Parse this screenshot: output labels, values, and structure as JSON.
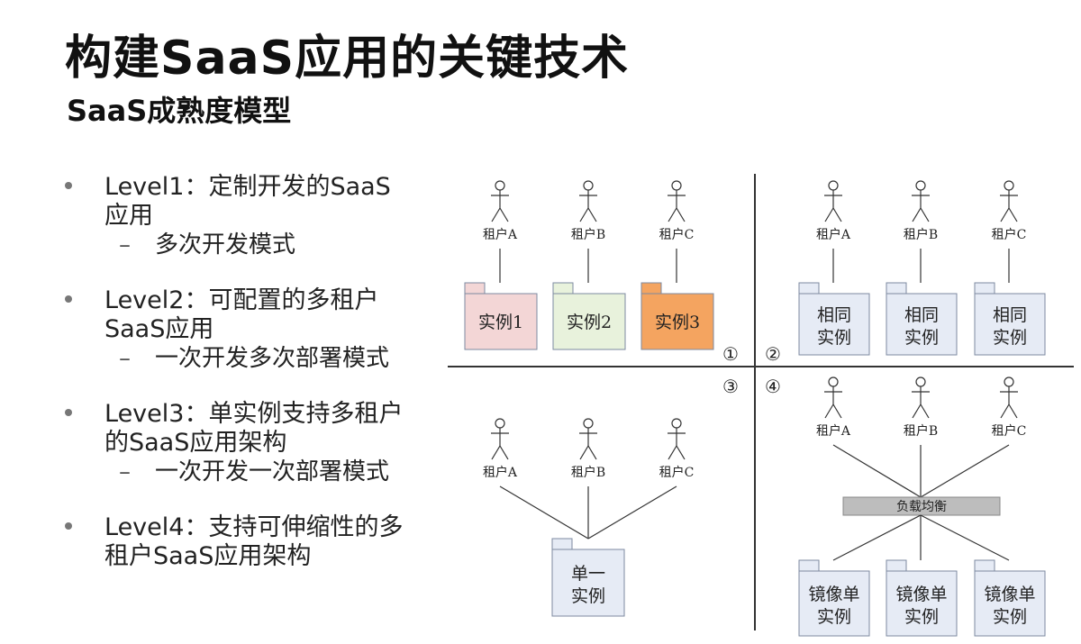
{
  "title": "构建SaaS应用的关键技术",
  "subtitle": "SaaS成熟度模型",
  "bullets": [
    {
      "text": "Level1：定制开发的SaaS应用",
      "line1": "Level1：定制开发的SaaS",
      "line2": "应用",
      "sub": "多次开发模式"
    },
    {
      "text": "Level2：可配置的多租户SaaS应用",
      "line1": "Level2：可配置的多租户",
      "line2": "SaaS应用",
      "sub": "一次开发多次部署模式"
    },
    {
      "text": "Level3：单实例支持多租户的SaaS应用架构",
      "line1": "Level3：单实例支持多租户",
      "line2": "的SaaS应用架构",
      "sub": "一次开发一次部署模式"
    },
    {
      "text": "Level4：支持可伸缩性的多租户SaaS应用架构",
      "line1": "Level4：支持可伸缩性的多",
      "line2": "租户SaaS应用架构",
      "sub": ""
    }
  ],
  "diagram": {
    "q1": {
      "marker": "①",
      "tenants": [
        "租户A",
        "租户B",
        "租户C"
      ],
      "instances": [
        {
          "label": "实例1",
          "fill": "#f3d6d6",
          "tab": "#f3d6d6"
        },
        {
          "label": "实例2",
          "fill": "#e8f2dc",
          "tab": "#e8f2dc"
        },
        {
          "label": "实例3",
          "fill": "#f4a460",
          "tab": "#f4a460"
        }
      ]
    },
    "q2": {
      "marker": "②",
      "tenants": [
        "租户A",
        "租户B",
        "租户C"
      ],
      "instance_line1": "相同",
      "instance_line2": "实例"
    },
    "q3": {
      "marker": "③",
      "tenants": [
        "租户A",
        "租户B",
        "租户C"
      ],
      "instance_line1": "单一",
      "instance_line2": "实例"
    },
    "q4": {
      "marker": "④",
      "tenants": [
        "租户A",
        "租户B",
        "租户C"
      ],
      "balancer": "负载均衡",
      "instance_line1": "镜像单",
      "instance_line2": "实例"
    },
    "colors": {
      "box_fill": "#e6ebf5",
      "box_stroke": "#7d8aa0",
      "balancer_fill": "#bdbdbd"
    }
  }
}
